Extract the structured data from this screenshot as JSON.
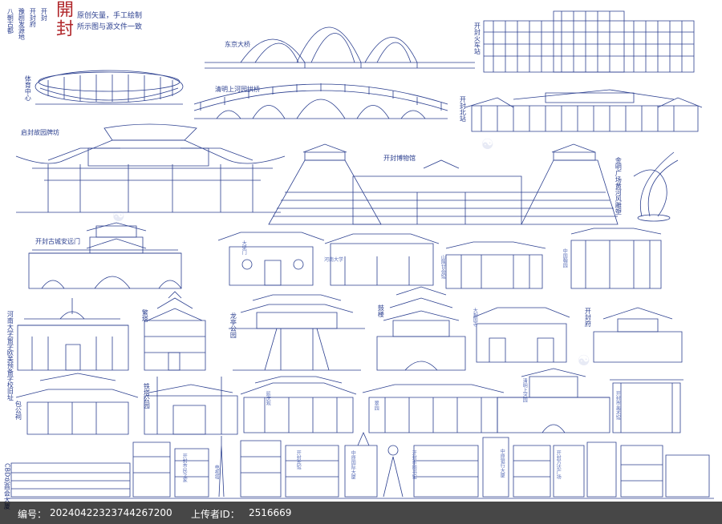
{
  "title": "開封",
  "side_text": {
    "col1": "八朝古都",
    "col2": "豫剧发源地",
    "col3": "开封府",
    "col4": "开封"
  },
  "credit": {
    "line1": "原创矢量，手工绘制",
    "line2": "所示图与源文件一致"
  },
  "labels": {
    "dongjing_bridge": "东京大桥",
    "kaifeng_station": "开封火车站",
    "gym": "体育中心",
    "qingming_bridge": "清明上河园拱桥",
    "kaifeng_north": "开封北站",
    "qifu_gate": "启封故园牌坊",
    "museum": "开封博物馆",
    "jinming": "金明广场黄河风雕塑",
    "anyuan_gate": "开封古城安远门",
    "henan_univ": "河南大学",
    "fanta": "繁塔",
    "longting": "龙亭公园",
    "gulou": "鼓楼",
    "kaifengfu": "开封府",
    "liumei": "河南大学留学欧美预备学校旧址",
    "baogong": "包公祠",
    "tieta": "铁塔公园",
    "qingming_park": "清明上河园",
    "cbd": "CBD总商会大厦",
    "library": "开封市图书馆",
    "dahuashou": "大梁门",
    "shanshan": "山陕甘会馆",
    "xiangguo": "大相国寺",
    "yanqing": "延庆观",
    "cuiyuan": "翠园",
    "gallery": "开封市美术馆",
    "fengyuan": "中国翰园",
    "tower": "电视塔",
    "bank": "中原银行大厦",
    "mall": "开封万达广场",
    "hotel": "开封宾馆",
    "office1": "开封市民之家",
    "office2": "中原国际大厦"
  },
  "watermark": {
    "id_label": "编号：",
    "id_value": "20240422323744267200",
    "uploader_label": "上传者ID：",
    "uploader_value": "2516669"
  },
  "colors": {
    "line": "#2b3f8f",
    "title_red": "#b0262a",
    "footer_bg": "#000000"
  }
}
